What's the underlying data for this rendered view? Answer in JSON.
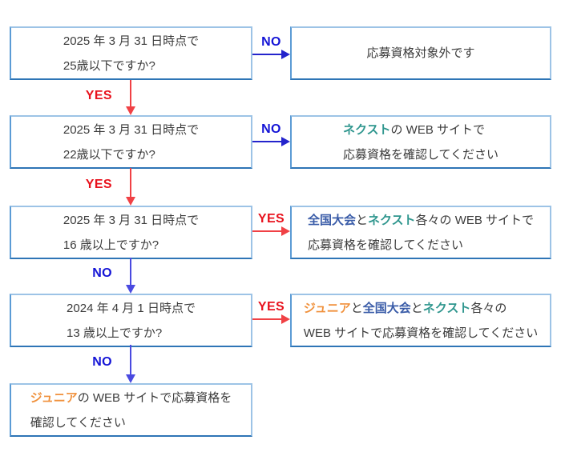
{
  "colors": {
    "text": "#3b3b3b",
    "box_border_light": "#9dc3e6",
    "box_border_mid": "#5b9bd5",
    "box_border_dark": "#2e75b6",
    "yes": "#e8111c",
    "no": "#1414d6",
    "arrow_red": "#f04145",
    "arrow_blue": "#4a4ae0",
    "arrow_blue_h": "#2424cc",
    "brand_junior": "#f0913c",
    "brand_zenkoku": "#3a5ca8",
    "brand_next": "#2f968e"
  },
  "boxes": {
    "q1": {
      "line1": "2025 年 3 月 31 日時点で",
      "line2": "25歳以下ですか?"
    },
    "q2": {
      "line1": "2025 年 3 月 31 日時点で",
      "line2": "22歳以下ですか?"
    },
    "q3": {
      "line1": "2025 年 3 月 31 日時点で",
      "line2": "16 歳以上ですか?"
    },
    "q4": {
      "line1": "2024 年 4 月 1 日時点で",
      "line2": "13 歳以上ですか?"
    },
    "q5": {
      "junior": "ジュニア",
      "rest1": "の WEB サイトで応募資格を",
      "line2": "確認してください"
    },
    "r1": {
      "line1": "応募資格対象外です"
    },
    "r2": {
      "next": "ネクスト",
      "rest1": "の WEB サイトで",
      "line2": "応募資格を確認してください"
    },
    "r3": {
      "zenkoku": "全国大会",
      "and1": "と",
      "next": "ネクスト",
      "rest1": "各々の WEB サイトで",
      "line2": "応募資格を確認してください"
    },
    "r4": {
      "junior": "ジュニア",
      "and1": "と",
      "zenkoku": "全国大会",
      "and2": "と",
      "next": "ネクスト",
      "rest1": "各々の",
      "line2": "WEB サイトで応募資格を確認してください"
    }
  },
  "edges": {
    "q1_no": "NO",
    "q1_yes": "YES",
    "q2_no": "NO",
    "q2_yes": "YES",
    "q3_yes": "YES",
    "q3_no": "NO",
    "q4_yes": "YES",
    "q4_no": "NO"
  }
}
